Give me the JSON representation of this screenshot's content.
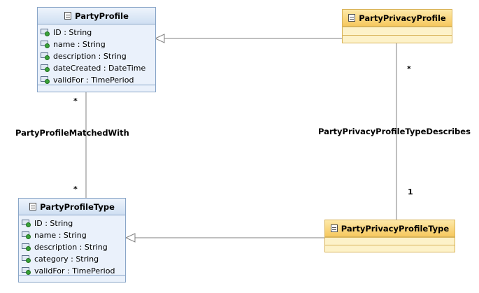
{
  "classes": {
    "party_profile": {
      "name": "PartyProfile",
      "attributes": [
        "ID : String",
        "name : String",
        "description : String",
        "dateCreated : DateTime",
        "validFor : TimePeriod"
      ]
    },
    "party_privacy_profile": {
      "name": "PartyPrivacyProfile",
      "attributes": []
    },
    "party_profile_type": {
      "name": "PartyProfileType",
      "attributes": [
        "ID : String",
        "name : String",
        "description : String",
        "category : String",
        "validFor : TimePeriod"
      ]
    },
    "party_privacy_profile_type": {
      "name": "PartyPrivacyProfileType",
      "attributes": []
    }
  },
  "associations": {
    "matched_with": {
      "label": "PartyProfileMatchedWith",
      "mult_top": "*",
      "mult_bottom": "*"
    },
    "type_describes": {
      "label": "PartyPrivacyProfileTypeDescribes",
      "mult_top": "*",
      "mult_bottom": "1"
    }
  },
  "colors": {
    "blue_fill": "#eaf1fb",
    "yellow_fill": "#fdf2c9",
    "line": "#808080"
  }
}
